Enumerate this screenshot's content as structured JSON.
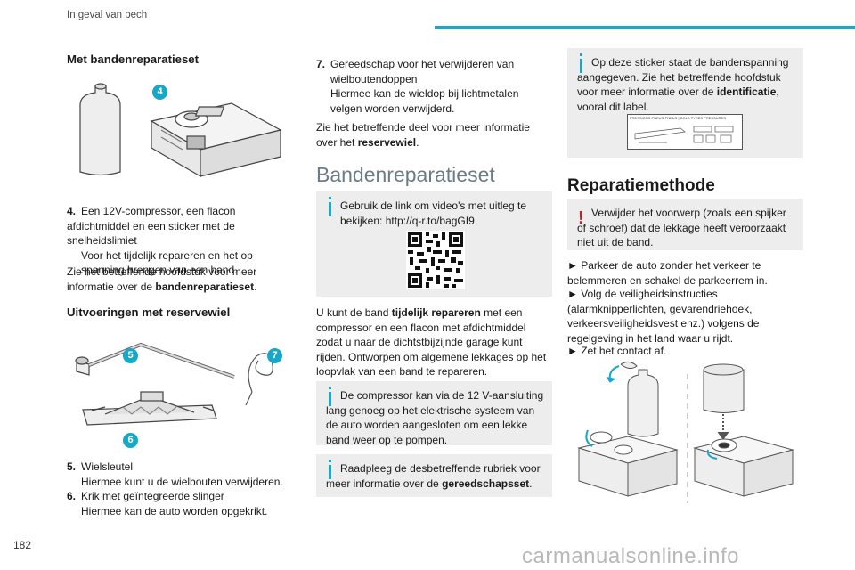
{
  "header": {
    "section": "In geval van pech"
  },
  "page_number": "182",
  "watermark": "carmanualsonline.info",
  "col1": {
    "heading1": "Met bandenreparatieset",
    "item4": {
      "num": "4.",
      "line1": "Een 12V-compressor, een flacon afdichtmiddel en een sticker met de snelheidslimiet",
      "line2": "Voor het tijdelijk repareren en het op spanning brengen van een band."
    },
    "para1_text": "Zie het betreffende hoofdstuk voor meer informatie over de ",
    "para1_bold": "bandenreparatieset",
    "para1_end": ".",
    "heading2": "Uitvoeringen met reservewiel",
    "item5": {
      "num": "5.",
      "line1": "Wielsleutel",
      "line2": "Hiermee kunt u de wielbouten verwijderen."
    },
    "item6": {
      "num": "6.",
      "line1": "Krik met geïntegreerde slinger",
      "line2": "Hiermee kan de auto worden opgekrikt."
    },
    "callouts": {
      "c4": "4",
      "c5": "5",
      "c6": "6",
      "c7": "7"
    }
  },
  "col2": {
    "item7": {
      "num": "7.",
      "line1": "Gereedschap voor het verwijderen van wielboutendoppen",
      "line2": "Hiermee kan de wieldop bij lichtmetalen velgen worden verwijderd."
    },
    "para1_text": "Zie het betreffende deel voor meer informatie over het ",
    "para1_bold": "reservewiel",
    "para1_end": ".",
    "heading": "Bandenreparatieset",
    "info1": "Gebruik de link om video's met uitleg te bekijken: http://q-r.to/bagGI9",
    "para2_a": "U kunt de band ",
    "para2_bold": "tijdelijk repareren",
    "para2_b": " met een compressor en een flacon met afdichtmiddel zodat u naar de dichtstbijzijnde garage kunt rijden. Ontworpen om algemene lekkages op het loopvlak van een band te repareren.",
    "info2": "De compressor kan via de 12 V-aansluiting lang genoeg op het elektrische systeem van de auto worden aangesloten om een lekke band weer op te pompen.",
    "info3_a": "Raadpleeg de desbetreffende rubriek voor meer informatie over de ",
    "info3_bold": "gereedschapsset",
    "info3_end": "."
  },
  "col3": {
    "info1_a": "Op deze sticker staat de bandenspanning aangegeven. Zie het betreffende hoofdstuk voor meer informatie over de ",
    "info1_bold": "identificatie",
    "info1_b": ", vooral dit label.",
    "label_text": "PRESSIONS PNEUS·PNEUS | COLD TYRES PRESSURES",
    "heading": "Reparatiemethode",
    "warn": "Verwijder het voorwerp (zoals een spijker of schroef) dat de lekkage heeft veroorzaakt niet uit de band.",
    "step1": "► Parkeer de auto zonder het verkeer te belemmeren en schakel de parkeerrem in.",
    "step2": "► Volg de veiligheidsinstructies (alarmknipperlichten, gevarendriehoek, verkeersveiligheidsvest enz.) volgens de regelgeving in het land waar u rijdt.",
    "step3": "► Zet het contact af."
  },
  "colors": {
    "accent": "#17a8c9",
    "warning": "#e1131b",
    "callout": "#17a8c9",
    "box_bg": "#ededed"
  }
}
